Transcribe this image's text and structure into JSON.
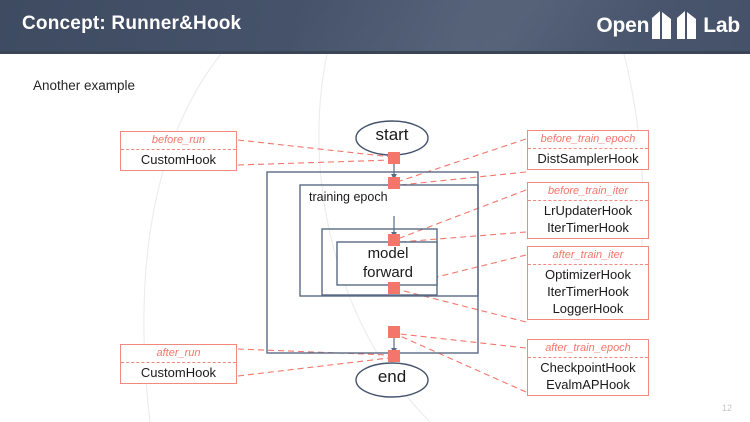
{
  "header": {
    "title": "Concept: Runner&Hook",
    "logo": {
      "prefix": "Open",
      "suffix": "Lab",
      "name": "openmmlab-logo"
    }
  },
  "subtitle": "Another example",
  "page_number": "12",
  "colors": {
    "header_bg": "#46536a",
    "hook_border": "#f08a80",
    "hook_title": "#f4766b",
    "connector": "#f4766b",
    "flow_stroke": "#5a6a84",
    "text": "#1a1a1a",
    "page_number": "#c6c6c6"
  },
  "flow": {
    "start_label": "start",
    "end_label": "end",
    "epoch_label": "training epoch",
    "forward_label_line1": "model",
    "forward_label_line2": "forward"
  },
  "hooks": {
    "before_run": {
      "title": "before_run",
      "items": [
        "CustomHook"
      ]
    },
    "after_run": {
      "title": "after_run",
      "items": [
        "CustomHook"
      ]
    },
    "before_train_epoch": {
      "title": "before_train_epoch",
      "items": [
        "DistSamplerHook"
      ]
    },
    "before_train_iter": {
      "title": "before_train_iter",
      "items": [
        "LrUpdaterHook",
        "IterTimerHook"
      ]
    },
    "after_train_iter": {
      "title": "after_train_iter",
      "items": [
        "OptimizerHook",
        "IterTimerHook",
        "LoggerHook"
      ]
    },
    "after_train_epoch": {
      "title": "after_train_epoch",
      "items": [
        "CheckpointHook",
        "EvalmAPHook"
      ]
    }
  }
}
